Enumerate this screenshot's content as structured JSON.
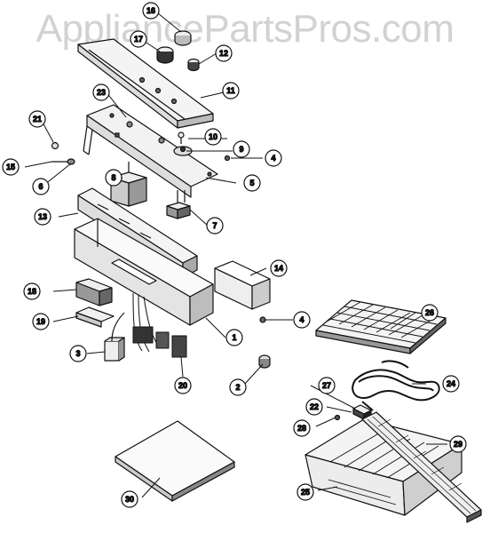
{
  "watermark": "AppliancePartsPros.com",
  "callouts": [
    "1",
    "2",
    "3",
    "4",
    "4",
    "5",
    "6",
    "7",
    "8",
    "9",
    "10",
    "11",
    "12",
    "13",
    "14",
    "15",
    "16",
    "17",
    "18",
    "19",
    "20",
    "21",
    "22",
    "23",
    "24",
    "25",
    "26",
    "27",
    "28",
    "29",
    "30"
  ]
}
